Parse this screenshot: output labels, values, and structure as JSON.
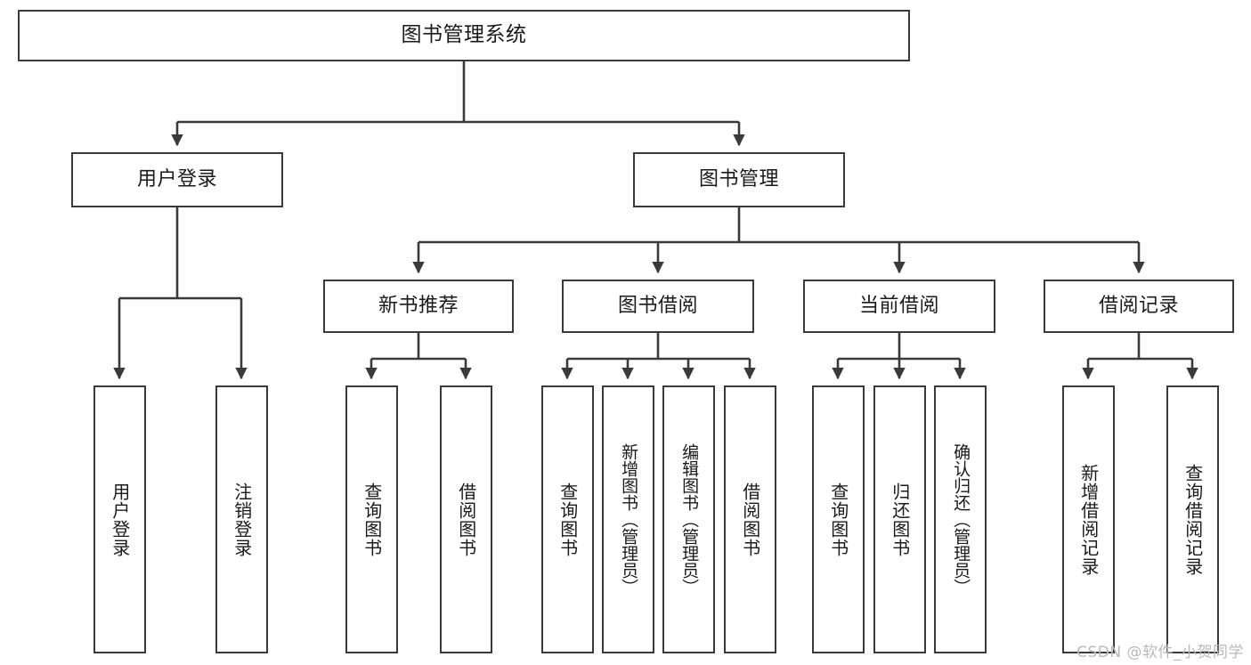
{
  "diagram": {
    "title": "图书管理系统",
    "watermark": "CSDN @软件_小贺同学",
    "colors": {
      "border": "#3a3a3a",
      "background": "#ffffff",
      "text": "#1a1a1a",
      "watermark": "#b9b9b9"
    },
    "levels": {
      "level1": [
        {
          "id": "root",
          "label": "图书管理系统"
        }
      ],
      "level2": [
        {
          "id": "user-login",
          "label": "用户登录"
        },
        {
          "id": "book-manage",
          "label": "图书管理"
        }
      ],
      "level3": [
        {
          "id": "new-book-recommend",
          "label": "新书推荐",
          "parent": "book-manage"
        },
        {
          "id": "book-borrow",
          "label": "图书借阅",
          "parent": "book-manage"
        },
        {
          "id": "current-borrow",
          "label": "当前借阅",
          "parent": "book-manage"
        },
        {
          "id": "borrow-record",
          "label": "借阅记录",
          "parent": "book-manage"
        }
      ],
      "level4": [
        {
          "id": "leaf-user-login",
          "label": "用户登录",
          "parent": "user-login"
        },
        {
          "id": "leaf-user-logout",
          "label": "注销登录",
          "parent": "user-login"
        },
        {
          "id": "leaf-query-book-1",
          "label": "查询图书",
          "parent": "new-book-recommend"
        },
        {
          "id": "leaf-borrow-book-1",
          "label": "借阅图书",
          "parent": "new-book-recommend"
        },
        {
          "id": "leaf-query-book-2",
          "label": "查询图书",
          "parent": "book-borrow"
        },
        {
          "id": "leaf-add-book",
          "label": "新增图书（管理员）",
          "parent": "book-borrow"
        },
        {
          "id": "leaf-edit-book",
          "label": "编辑图书（管理员）",
          "parent": "book-borrow"
        },
        {
          "id": "leaf-borrow-book-2",
          "label": "借阅图书",
          "parent": "book-borrow"
        },
        {
          "id": "leaf-query-book-3",
          "label": "查询图书",
          "parent": "current-borrow"
        },
        {
          "id": "leaf-return-book",
          "label": "归还图书",
          "parent": "current-borrow"
        },
        {
          "id": "leaf-confirm-return",
          "label": "确认归还（管理员）",
          "parent": "current-borrow"
        },
        {
          "id": "leaf-add-record",
          "label": "新增借阅记录",
          "parent": "borrow-record"
        },
        {
          "id": "leaf-query-record",
          "label": "查询借阅记录",
          "parent": "borrow-record"
        }
      ]
    }
  }
}
